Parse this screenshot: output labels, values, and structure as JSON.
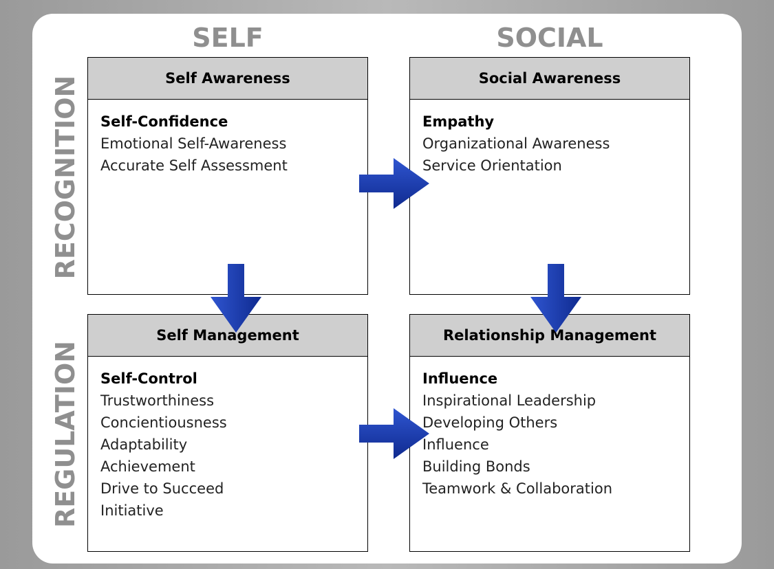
{
  "columns": {
    "self": "SELF",
    "social": "SOCIAL"
  },
  "rows": {
    "recognition": "RECOGNITION",
    "regulation": "REGULATION"
  },
  "quadrants": {
    "self_awareness": {
      "title": "Self Awareness",
      "items": [
        "Self-Confidence",
        "Emotional Self-Awareness",
        "Accurate Self Assessment"
      ]
    },
    "social_awareness": {
      "title": "Social Awareness",
      "items": [
        "Empathy",
        "Organizational Awareness",
        "Service Orientation"
      ]
    },
    "self_management": {
      "title": "Self Management",
      "items": [
        "Self-Control",
        "Trustworthiness",
        "Concientiousness",
        "Adaptability",
        "Achievement",
        "Drive to Succeed",
        "Initiative"
      ]
    },
    "relationship_management": {
      "title": "Relationship Management",
      "items": [
        "Influence",
        "Inspirational Leadership",
        "Developing Others",
        "Influence",
        "Building Bonds",
        "Teamwork & Collaboration"
      ]
    }
  },
  "colors": {
    "arrow": "#1a3aa8",
    "header_fill": "#cfcfcf",
    "axis_label": "#8f8f8f"
  }
}
